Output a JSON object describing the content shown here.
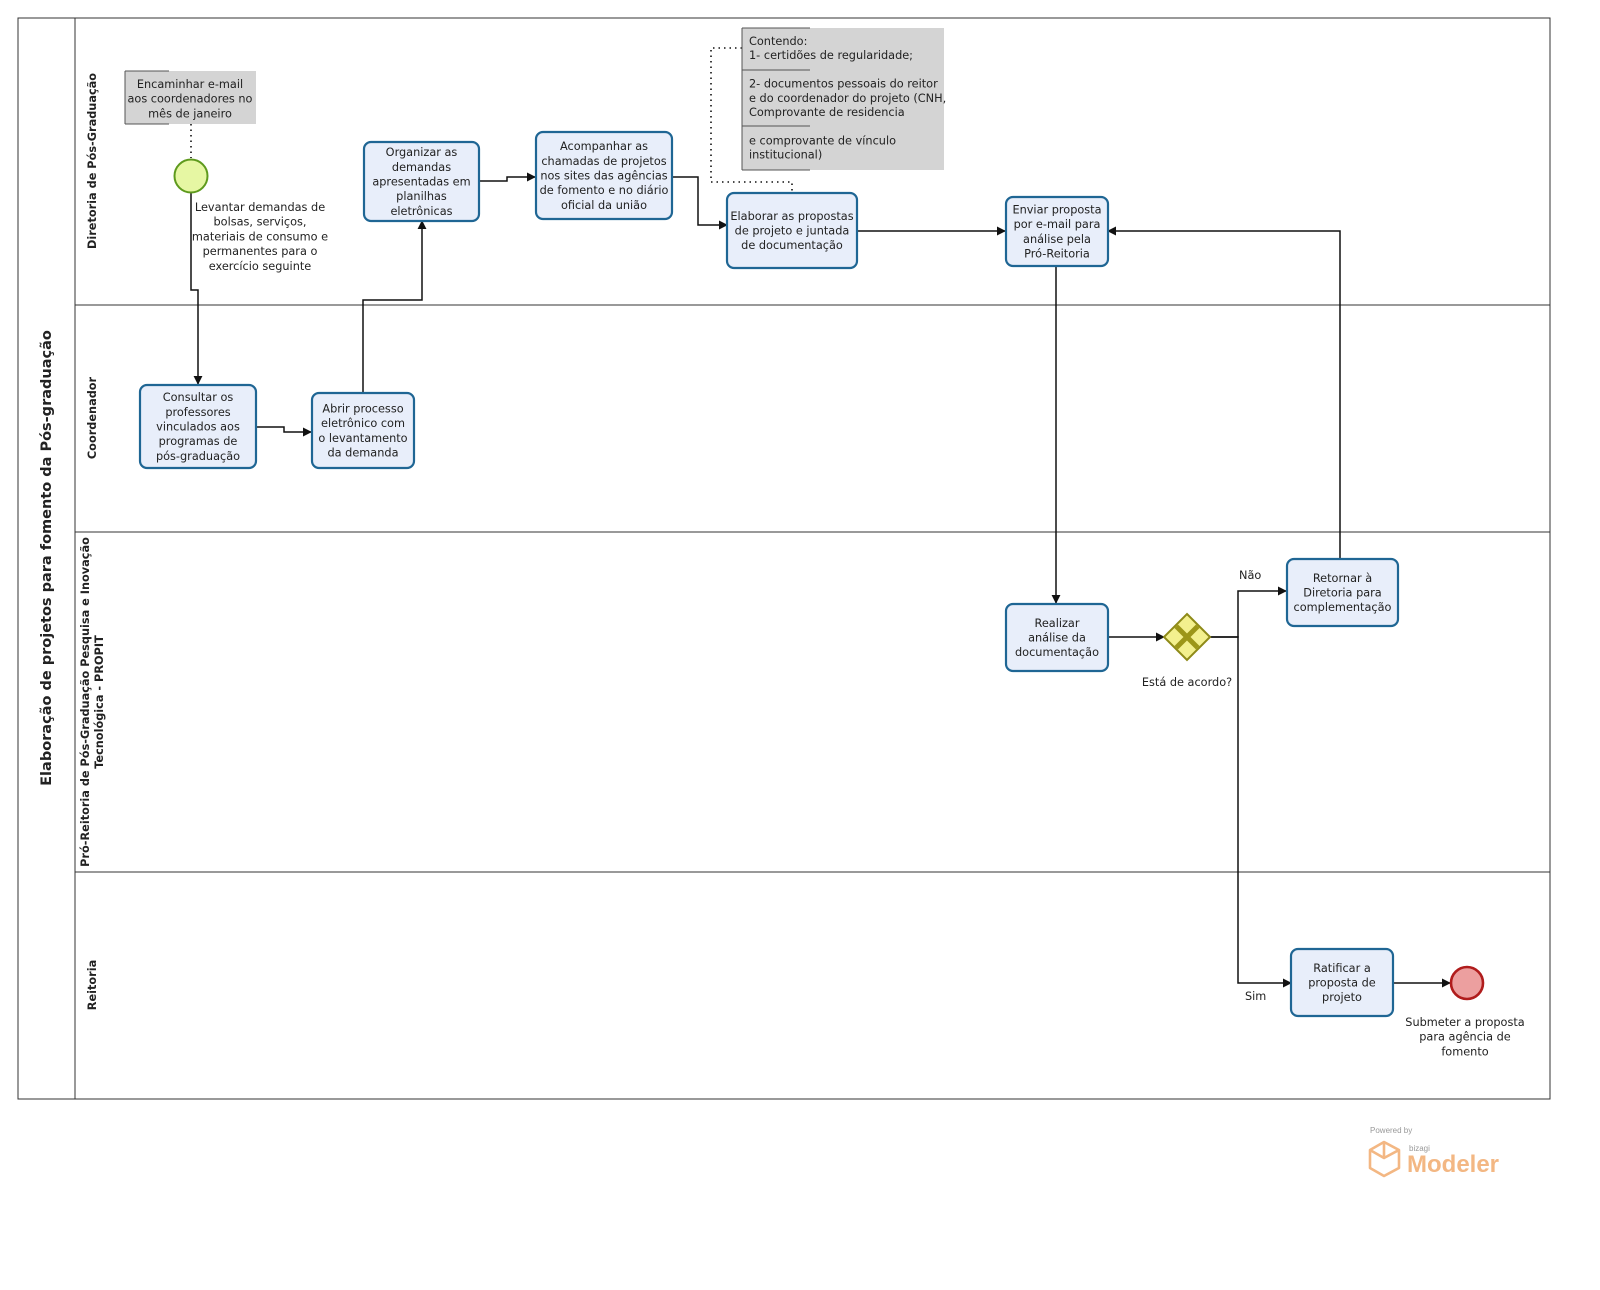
{
  "pool": {
    "title": "Elaboração de projetos para fomento da Pós-graduação"
  },
  "lanes": [
    {
      "id": "diretoria",
      "title_lines": [
        "Diretoria de Pós-Graduação"
      ]
    },
    {
      "id": "coordenador",
      "title_lines": [
        "Coordenador"
      ]
    },
    {
      "id": "propit",
      "title_lines": [
        "Pró-Reitoria de Pós-Graduação Pesquisa e Inovação",
        "Tecnológica - PROPIT"
      ]
    },
    {
      "id": "reitoria",
      "title_lines": [
        "Reitoria"
      ]
    }
  ],
  "tasks": {
    "consultar": [
      "Consultar os",
      "professores",
      "vinculados aos",
      "programas de",
      "pós-graduação"
    ],
    "abrir": [
      "Abrir processo",
      "eletrônico com",
      "o levantamento",
      "da demanda"
    ],
    "organizar": [
      "Organizar as",
      "demandas",
      "apresentadas em",
      "planilhas",
      "eletrônicas"
    ],
    "acompanhar": [
      "Acompanhar as",
      "chamadas de projetos",
      "nos sites das agências",
      "de fomento e no diário",
      "oficial da união"
    ],
    "elaborar": [
      "Elaborar as propostas",
      "de projeto e juntada",
      "de documentação"
    ],
    "enviar": [
      "Enviar proposta",
      "por e-mail para",
      "análise pela",
      "Pró-Reitoria"
    ],
    "realizar": [
      "Realizar",
      "análise da",
      "documentação"
    ],
    "retornar": [
      "Retornar à",
      "Diretoria para",
      "complementação"
    ],
    "ratificar": [
      "Ratificar a",
      "proposta de",
      "projeto"
    ]
  },
  "events": {
    "start_label": [
      "Levantar demandas de",
      "bolsas, serviços,",
      "materiais de consumo e",
      "permanentes para o",
      "exercício seguinte"
    ],
    "end_label": [
      "Submeter a proposta",
      "para agência de",
      "fomento"
    ]
  },
  "gateway": {
    "label": "Está de acordo?",
    "no_label": "Não",
    "yes_label": "Sim"
  },
  "annotations": {
    "email": [
      "Encaminhar e-mail",
      "aos coordenadores no",
      "mês de janeiro"
    ],
    "documentos": [
      "Contendo:",
      "1- certidões de regularidade;",
      "",
      "2- documentos pessoais do reitor",
      "e do coordenador do projeto (CNH,",
      "Comprovante de residencia",
      "",
      "e comprovante de vínculo",
      "institucional)"
    ]
  },
  "branding": {
    "powered_by": "Powered by",
    "vendor": "bizagi",
    "product": "Modeler"
  },
  "colors": {
    "task_fill": "#e8eefa",
    "task_stroke": "#1f6694",
    "start_fill": "#e6f7a3",
    "start_stroke": "#5e9a1d",
    "end_fill": "#ec9f9f",
    "end_stroke": "#b01c1c",
    "gateway_fill": "#f3f08e",
    "gateway_stroke": "#8e8a18",
    "annotation_fill": "#d4d4d4",
    "branding": "#f3b783"
  }
}
